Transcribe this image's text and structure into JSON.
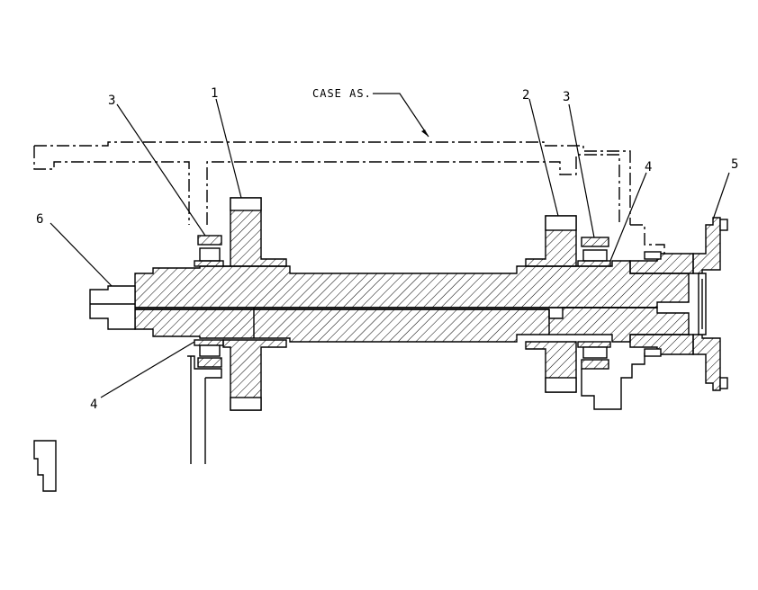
{
  "diagram": {
    "case_label": "CASE AS.",
    "callouts": {
      "c1": "1",
      "c2": "2",
      "c3_left": "3",
      "c3_right": "3",
      "c4_left": "4",
      "c4_right": "4",
      "c5": "5",
      "c6": "6"
    }
  }
}
